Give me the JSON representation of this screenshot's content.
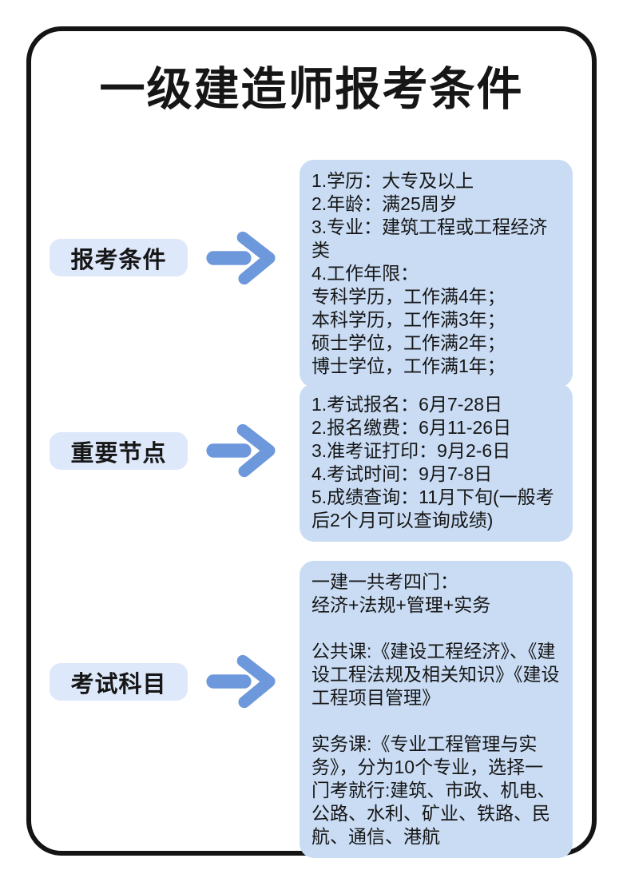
{
  "page": {
    "title": "一级建造师报考条件"
  },
  "colors": {
    "page_bg": "#ffffff",
    "frame": "#141414",
    "text": "#161616",
    "label_bg": "#dde8fa",
    "content_bg": "#c9dcf4",
    "arrow": "#6e98dc"
  },
  "icons": {
    "arrow": "arrow-right-icon"
  },
  "sections": [
    {
      "label": "报考条件",
      "lines": [
        "1.学历：大专及以上",
        "2.年龄：满25周岁",
        "3.专业：建筑工程或工程经济类",
        "4.工作年限：",
        "专科学历，工作满4年；",
        "本科学历，工作满3年；",
        "硕士学位，工作满2年；",
        "博士学位，工作满1年；"
      ]
    },
    {
      "label": "重要节点",
      "lines": [
        "1.考试报名：6月7-28日",
        "2.报名缴费：6月11-26日",
        "3.准考证打印：9月2-6日",
        "4.考试时间：9月7-8日",
        "5.成绩查询：11月下旬(一般考后2个月可以查询成绩)"
      ]
    },
    {
      "label": "考试科目",
      "lines": [
        "一建一共考四门：",
        "经济+法规+管理+实务",
        "",
        "公共课:《建设工程经济》、《建设工程法规及相关知识》《建设工程项目管理》",
        "",
        "实务课:《专业工程管理与实务》，分为10个专业，选择一门考就行:建筑、市政、机电、公路、水利、矿业、铁路、民航、通信、港航"
      ]
    }
  ]
}
